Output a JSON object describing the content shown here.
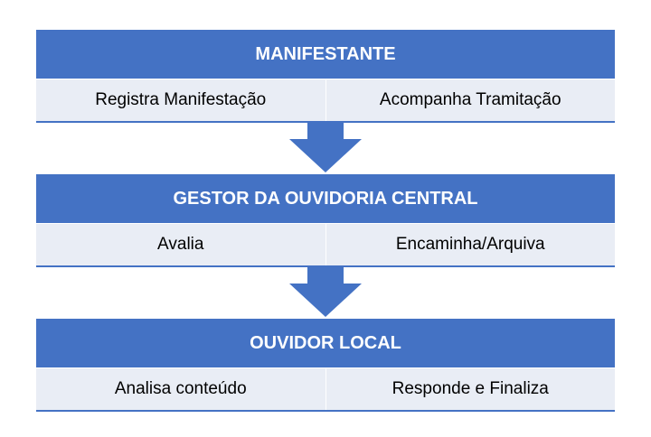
{
  "colors": {
    "header_fill": "#4472c4",
    "row_fill": "#e9edf5",
    "arrow_fill": "#4472c4"
  },
  "stages": [
    {
      "title": "MANIFESTANTE",
      "actions": [
        "Registra Manifestação",
        "Acompanha Tramitação"
      ]
    },
    {
      "title": "GESTOR DA OUVIDORIA CENTRAL",
      "actions": [
        "Avalia",
        "Encaminha/Arquiva"
      ]
    },
    {
      "title": "OUVIDOR LOCAL",
      "actions": [
        "Analisa conteúdo",
        "Responde e Finaliza"
      ]
    }
  ]
}
